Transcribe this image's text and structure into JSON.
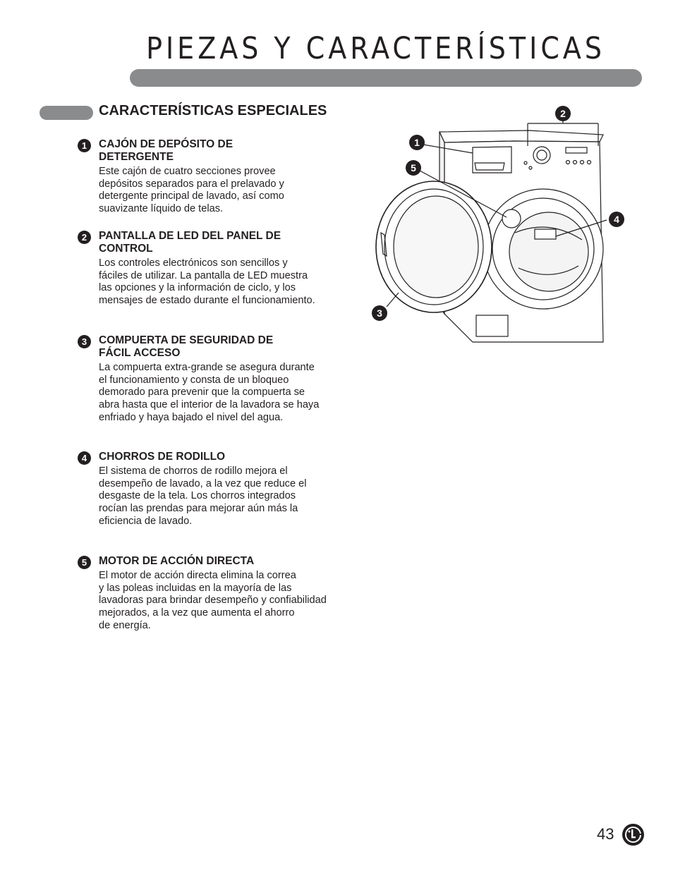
{
  "page": {
    "title": "PIEZAS Y CARACTERÍSTICAS",
    "section_heading": "CARACTERÍSTICAS ESPECIALES",
    "page_number": "43",
    "logo": "LG"
  },
  "features": [
    {
      "number": "1",
      "title": "CAJÓN DE DEPÓSITO DE DETERGENTE",
      "text": "Este cajón de cuatro secciones provee\ndepósitos separados para el prelavado y\ndetergente principal de lavado, así como\nsuavizante líquido de telas."
    },
    {
      "number": "2",
      "title": "PANTALLA DE LED DEL PANEL DE CONTROL",
      "text": "Los controles electrónicos son sencillos y\nfáciles de utilizar. La pantalla de LED muestra\nlas opciones y la información de ciclo, y los\nmensajes de estado durante el funcionamiento."
    },
    {
      "number": "3",
      "title": "COMPUERTA DE SEGURIDAD DE FÁCIL ACCESO",
      "text": "La compuerta extra-grande se asegura durante\nel funcionamiento y consta de un bloqueo\ndemorado para prevenir que la compuerta se\nabra hasta que el interior de la lavadora se haya\nenfriado y haya bajado el nivel del agua."
    },
    {
      "number": "4",
      "title": "CHORROS DE RODILLO",
      "text": "El sistema de chorros de rodillo mejora el\ndesempeño de lavado, a la vez que reduce el\ndesgaste de la tela. Los chorros integrados\nrocían las prendas para mejorar aún más la\neficiencia de lavado."
    },
    {
      "number": "5",
      "title": "MOTOR DE ACCIÓN DIRECTA",
      "text": "El motor de acción directa elimina la correa\ny las poleas incluidas en la mayoría de las\nlavadoras para brindar desempeño y confiabilidad\nmejorados, a la vez que aumenta el ahorro\nde energía."
    }
  ],
  "figure": {
    "callouts": [
      "1",
      "2",
      "3",
      "4",
      "5"
    ]
  }
}
